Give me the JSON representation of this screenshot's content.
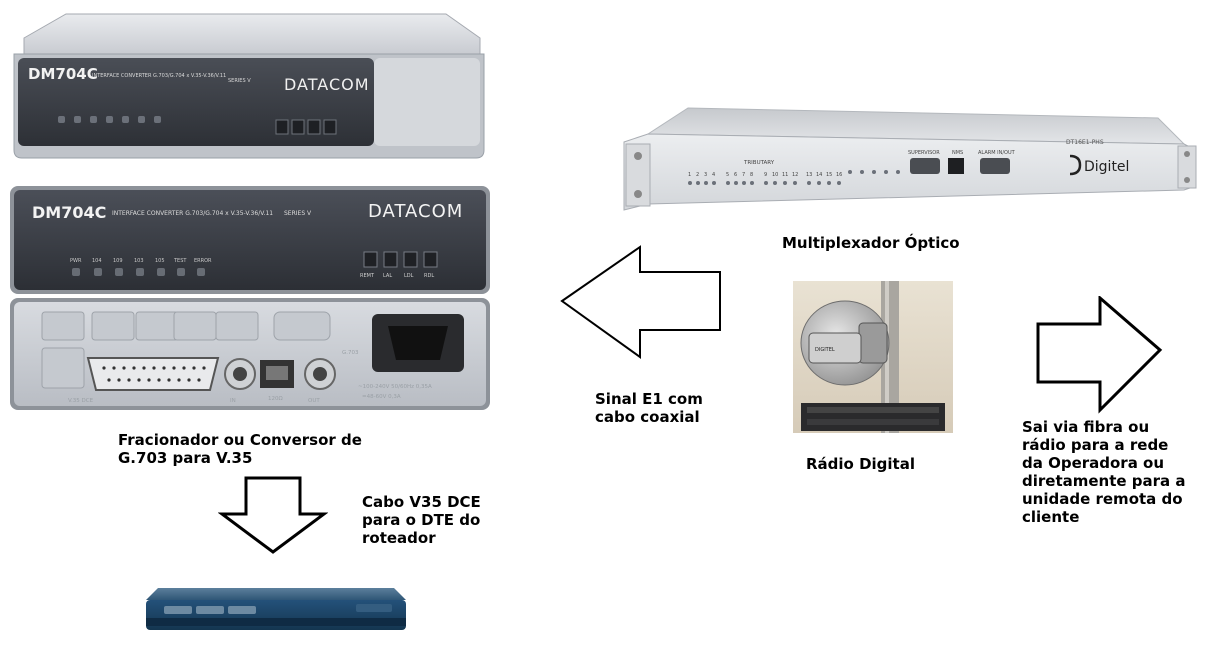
{
  "devices": {
    "converter_top": {
      "model": "DM704C",
      "subtitle": "INTERFACE CONVERTER G.703/G.704 x V.35-V.36/V.11",
      "series": "SERIES V",
      "brand": "DATACOM"
    },
    "converter_front": {
      "model": "DM704C",
      "subtitle": "INTERFACE CONVERTER G.703/G.704 x V.35-V.36/V.11",
      "series": "SERIES V",
      "brand": "DATACOM",
      "leds": [
        "PWR",
        "104",
        "109",
        "103",
        "105",
        "TEST",
        "ERROR"
      ],
      "buttons": [
        "REMT",
        "LAL",
        "LDL",
        "RDL"
      ]
    },
    "converter_rear": {
      "ports": [
        "V.35 DCE",
        "IN",
        "120Ω",
        "OUT"
      ],
      "power": "~100-240V 50/60Hz 0,35A",
      "power_dc": "=48-60V 0,3A",
      "g703": "G.703"
    },
    "multiplexer": {
      "model": "DT16E1-PHS",
      "brand": "Digitel",
      "tributary_label": "TRIBUTARY",
      "tributary_numbers": [
        "1",
        "2",
        "3",
        "4",
        "5",
        "6",
        "7",
        "8",
        "9",
        "10",
        "11",
        "12",
        "13",
        "14",
        "15",
        "16"
      ],
      "supervisor": "SUPERVISOR",
      "nms": "NMS",
      "alarm": "ALARM IN/OUT"
    },
    "radio": {
      "brand": "DIGITEL"
    }
  },
  "labels": {
    "multiplexador": "Multiplexador Óptico",
    "sinal_e1": "Sinal E1 com\ncabo coaxial",
    "radio_digital": "Rádio Digital",
    "sai_via": "Sai via fibra ou\nrádio para a rede\nda Operadora ou\ndiretamente para a\nunidade remota do\ncliente",
    "fracionador": "Fracionador ou Conversor de\nG.703 para V.35",
    "cabo_v35": "Cabo V35 DCE\npara o DTE do\nroteador"
  },
  "colors": {
    "datacom_panel": "#3a3d44",
    "datacom_case": "#c9ccd2",
    "mux_case": "#dfe1e4",
    "cisco_blue": "#1d4b6e",
    "arrow_stroke": "#000000"
  }
}
